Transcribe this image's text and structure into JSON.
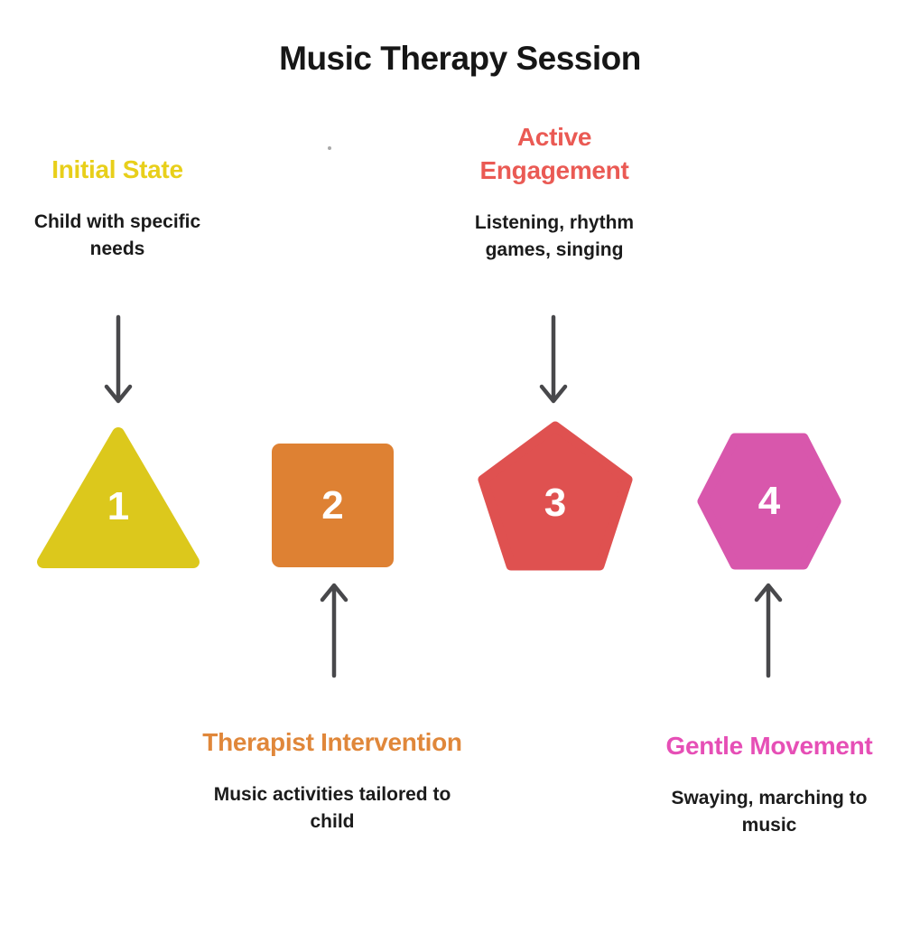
{
  "title": "Music Therapy Session",
  "steps": [
    {
      "number": "1",
      "label": "Initial State",
      "description": "Child with specific needs",
      "shape": "triangle",
      "shape_color": "#dcc81c",
      "label_color": "#e8cf1a",
      "label_position": "top"
    },
    {
      "number": "2",
      "label": "Therapist Intervention",
      "description": "Music activities tailored to child",
      "shape": "square",
      "shape_color": "#de8133",
      "label_color": "#e0873a",
      "label_position": "bottom"
    },
    {
      "number": "3",
      "label": "Active Engagement",
      "description": "Listening, rhythm games, singing",
      "shape": "pentagon",
      "shape_color": "#df5150",
      "label_color": "#ea5a54",
      "label_position": "top"
    },
    {
      "number": "4",
      "label": "Gentle Movement",
      "description": "Swaying, marching to music",
      "shape": "hexagon",
      "shape_color": "#d857ac",
      "label_color": "#e64fb6",
      "label_position": "bottom"
    }
  ],
  "arrow_color": "#48484b",
  "text_color": "#1b1b1b"
}
